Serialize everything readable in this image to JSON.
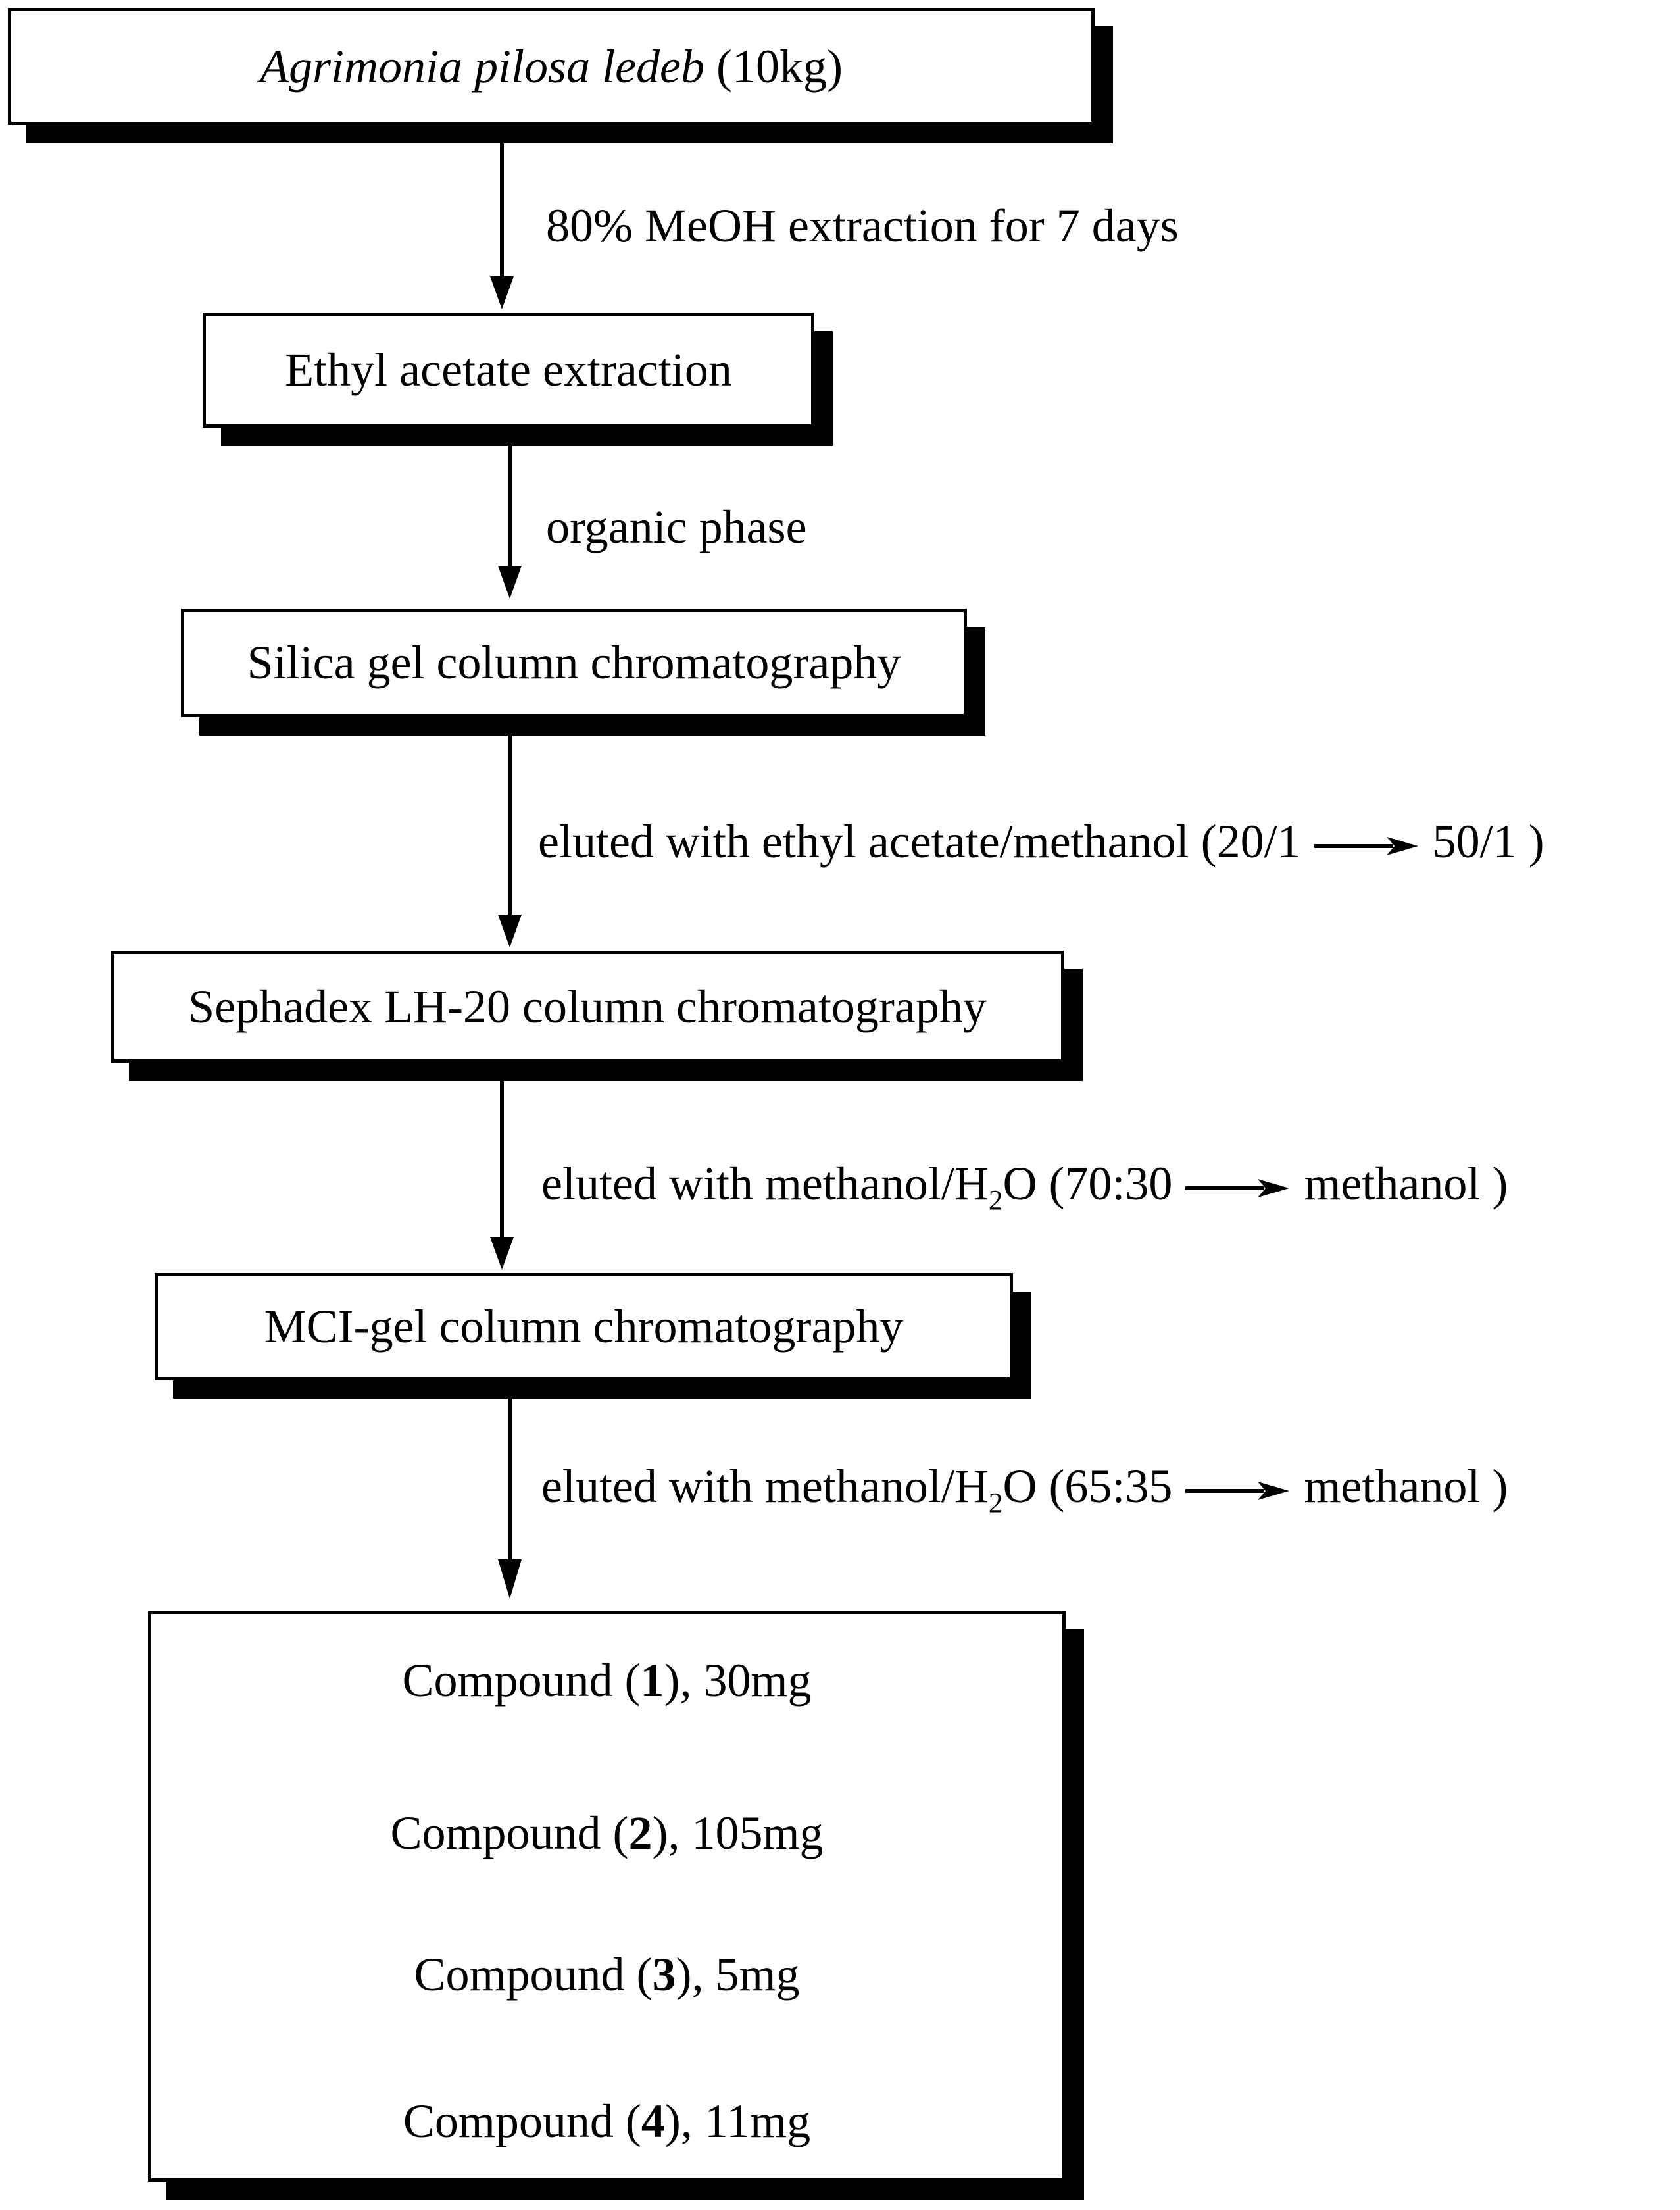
{
  "steps": {
    "s1": {
      "species": "Agrimonia pilosa ledeb",
      "amount": "(10kg)"
    },
    "s2": "Ethyl acetate extraction",
    "s3": "Silica gel column chromatography",
    "s4": "Sephadex LH-20 column chromatography",
    "s5": "MCI-gel column chromatography"
  },
  "edges": {
    "e1": "80% MeOH extraction for 7 days",
    "e2": "organic phase",
    "e3": {
      "prefix": "eluted with ethyl acetate/methanol (20/1",
      "suffix": "50/1 )"
    },
    "e4": {
      "prefix": "eluted with methanol/H",
      "sub": "2",
      "mid": "O (70:30",
      "suffix": "methanol )"
    },
    "e5": {
      "prefix": "eluted with methanol/H",
      "sub": "2",
      "mid": "O (65:35",
      "suffix": "methanol )"
    }
  },
  "compounds": [
    {
      "pre": "Compound  (",
      "num": "1",
      "post": "), 30mg"
    },
    {
      "pre": "Compound (",
      "num": "2",
      "post": "), 105mg"
    },
    {
      "pre": "Compound (",
      "num": "3",
      "post": "),  5mg"
    },
    {
      "pre": "Compound (",
      "num": "4",
      "post": "), 11mg"
    }
  ]
}
